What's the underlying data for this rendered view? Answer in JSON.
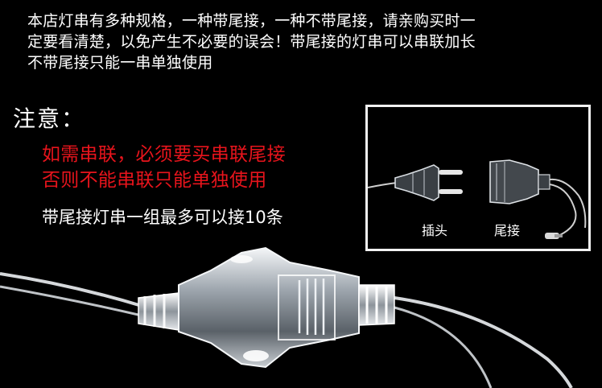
{
  "intro": {
    "line1": "本店灯串有多种规格，一种带尾接，一种不带尾接，请亲购买时一",
    "line2": "定要看清楚，以免产生不必要的误会！带尾接的灯串可以串联加长",
    "line3": "不带尾接只能一串单独使用"
  },
  "notice": {
    "heading": "注意：",
    "warning_line1": "如需串联，必须要买串联尾接",
    "warning_line2": "否则不能串联只能单独使用",
    "limit_line": "带尾接灯串一组最多可以接10条"
  },
  "inset_photo": {
    "plug_caption": "插头",
    "tail_caption": "尾接"
  },
  "colors": {
    "background": "#000000",
    "text": "#ffffff",
    "warning": "#e8141c",
    "frame_border": "#f2f2f2"
  }
}
